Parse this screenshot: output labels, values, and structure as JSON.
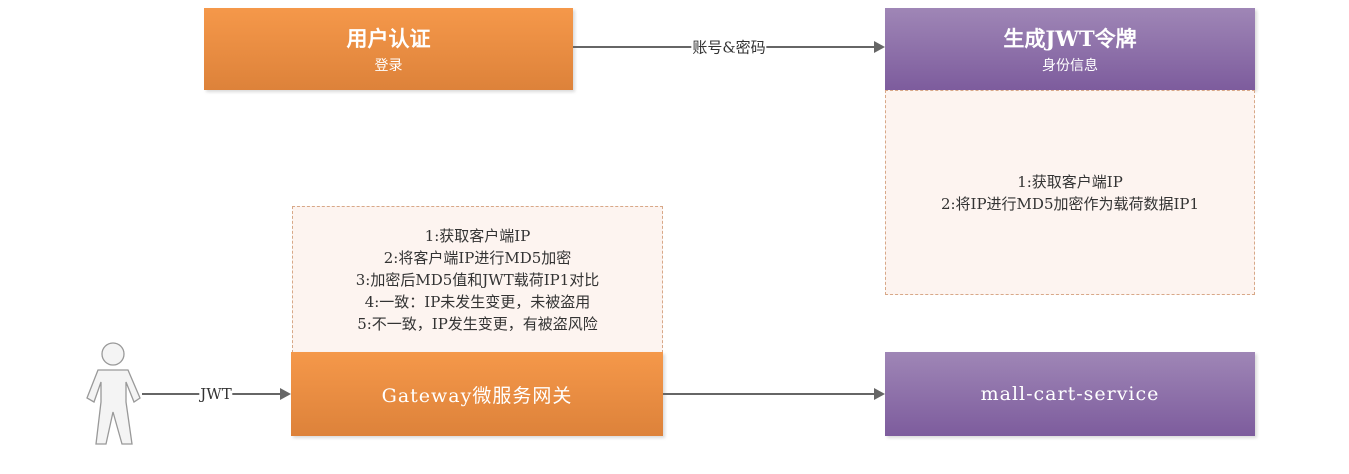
{
  "auth_box": {
    "title": "用户认证",
    "subtitle": "登录"
  },
  "jwt_box": {
    "title": "生成JWT令牌",
    "subtitle": "身份信息"
  },
  "jwt_notes": [
    "1:获取客户端IP",
    "2:将IP进行MD5加密作为载荷数据IP1"
  ],
  "gateway_notes": [
    "1:获取客户端IP",
    "2:将客户端IP进行MD5加密",
    "3:加密后MD5值和JWT载荷IP1对比",
    "4:一致：IP未发生变更，未被盗用",
    "5:不一致，IP发生变更，有被盗风险"
  ],
  "gateway_box": {
    "title": "Gateway微服务网关"
  },
  "service_box": {
    "title": "mall-cart-service"
  },
  "arrows": {
    "credentials_label": "账号&密码",
    "jwt_label": "JWT"
  },
  "colors": {
    "orange": "#f5984a",
    "purple": "#8a6aa8"
  }
}
